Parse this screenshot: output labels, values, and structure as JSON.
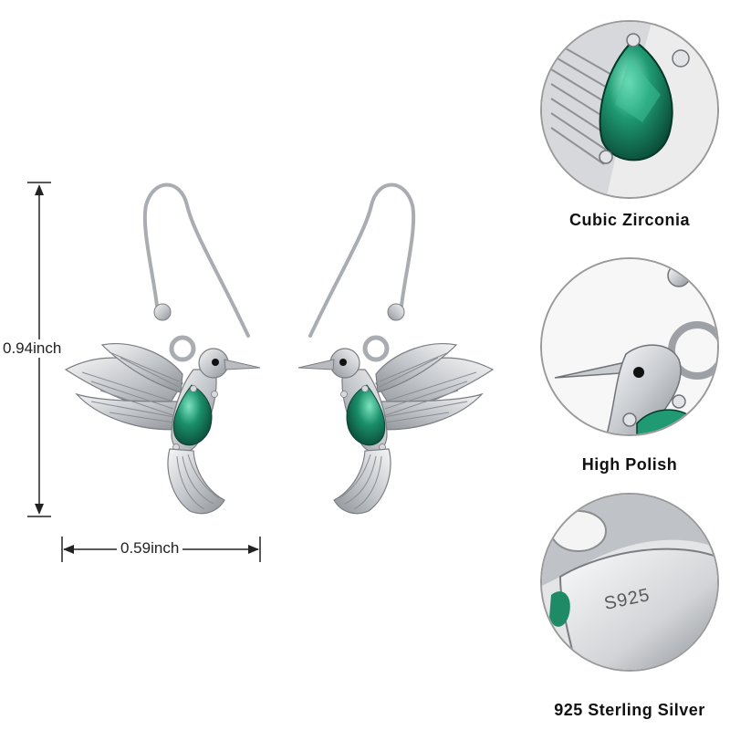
{
  "dimensions": {
    "height_label": "0.94inch",
    "width_label": "0.59inch"
  },
  "features": [
    {
      "label": "Cubic Zirconia"
    },
    {
      "label": "High Polish"
    },
    {
      "label": "925 Sterling Silver"
    }
  ],
  "stamp_text": "S925",
  "colors": {
    "gem": "#1b8f6a",
    "silver": "#c9ccd0",
    "outline": "#6d7075"
  }
}
